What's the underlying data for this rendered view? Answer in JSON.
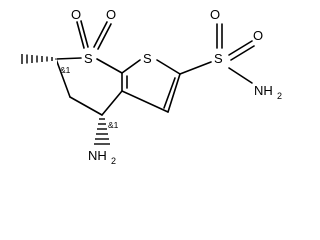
{
  "molecule": {
    "atoms": {
      "ring_sulfone_s": "S",
      "thiophene_s": "S",
      "sulfonamide_s": "S",
      "sulfone_o_left": "O",
      "sulfone_o_right": "O",
      "sulfonamide_o_top": "O",
      "sulfonamide_o_right": "O",
      "sulfonamide_nh2": "NH",
      "sulfonamide_nh2_sub": "2",
      "amine_nh2": "NH",
      "amine_nh2_sub": "2"
    },
    "stereo_labels": {
      "c6": "&1",
      "c4": "&1"
    }
  },
  "colors": {
    "bond": "#000000",
    "label": "#000000",
    "background": "#ffffff"
  }
}
